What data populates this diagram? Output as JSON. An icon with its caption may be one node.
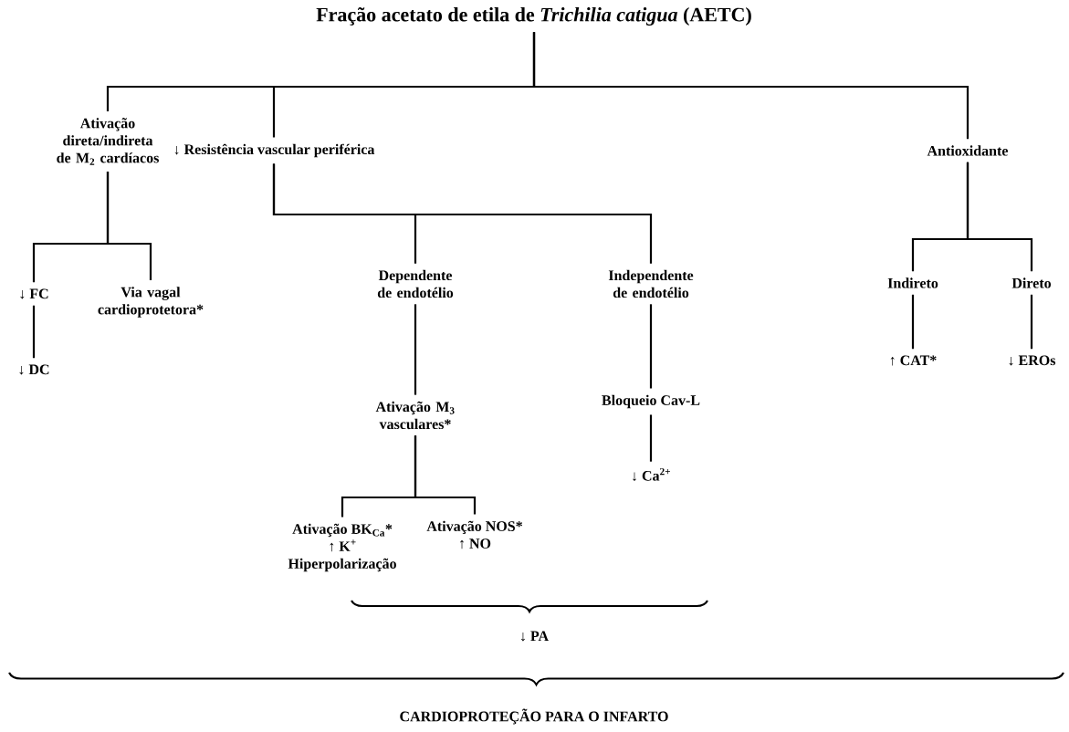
{
  "diagram": {
    "nodes": [
      {
        "text": [
          "Fração acetato de etila de *Trichilia catigua* (AETC)"
        ]
      },
      {
        "text": [
          "Ativação direta/indireta de M$_{2}$ cardíacos"
        ]
      },
      {
        "text": [
          "↓ Resistência vascular periférica"
        ]
      },
      {
        "text": [
          "Antioxidante"
        ]
      },
      {
        "text": [
          "↓ FC"
        ]
      },
      {
        "text": [
          "Via vagal cardioprotetora*"
        ]
      },
      {
        "text": [
          "↓ DC"
        ]
      },
      {
        "text": [
          "Dependente de endotélio"
        ]
      },
      {
        "text": [
          "Independente de endotélio"
        ]
      },
      {
        "text": [
          "Ativação M$_{3}$ vasculares*"
        ]
      },
      {
        "text": [
          "Bloqueio Cav-L"
        ]
      },
      {
        "text": [
          "↓ Ca$^{2+}$"
        ]
      },
      {
        "text": [
          "Ativação BK$_{Ca}$*",
          "↑ K$^{+}$",
          "Hiperpolarização"
        ]
      },
      {
        "text": [
          "Ativação NOS*",
          "↑ NO"
        ]
      },
      {
        "text": [
          "Indireto"
        ]
      },
      {
        "text": [
          "Direto"
        ]
      },
      {
        "text": [
          "↑ CAT*"
        ]
      },
      {
        "text": [
          "↓ EROs"
        ]
      }
    ],
    "edges": [
      {
        "from": 0,
        "to": 1,
        "arrow": "none"
      },
      {
        "from": 0,
        "to": 2,
        "arrow": "none"
      },
      {
        "from": 0,
        "to": 3,
        "arrow": "none"
      },
      {
        "from": 1,
        "to": 4,
        "arrow": "none"
      },
      {
        "from": 1,
        "to": 5,
        "arrow": "none"
      },
      {
        "from": 4,
        "to": 6,
        "arrow": "none"
      },
      {
        "from": 2,
        "to": 7,
        "arrow": "none"
      },
      {
        "from": 2,
        "to": 8,
        "arrow": "none"
      },
      {
        "from": 7,
        "to": 9,
        "arrow": "none"
      },
      {
        "from": 8,
        "to": 10,
        "arrow": "none"
      },
      {
        "from": 10,
        "to": 11,
        "arrow": "none"
      },
      {
        "from": 9,
        "to": 12,
        "arrow": "none"
      },
      {
        "from": 9,
        "to": 13,
        "arrow": "none"
      },
      {
        "from": 3,
        "to": 14,
        "arrow": "none"
      },
      {
        "from": 3,
        "to": 15,
        "arrow": "none"
      },
      {
        "from": 14,
        "to": 16,
        "arrow": "none"
      },
      {
        "from": 15,
        "to": 17,
        "arrow": "none"
      }
    ],
    "labels": [
      "↓ PA",
      "CARDIOPROTEÇÃO PARA O INFARTO"
    ]
  }
}
